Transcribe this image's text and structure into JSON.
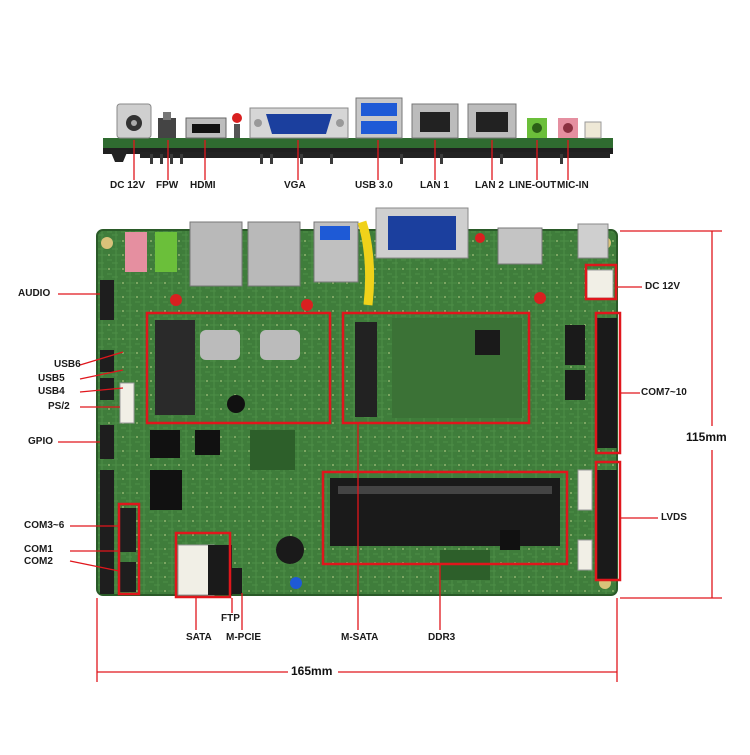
{
  "top_view_labels": {
    "dc12v": "DC 12V",
    "fpw": "FPW",
    "hdmi": "HDMI",
    "vga": "VGA",
    "usb30": "USB 3.0",
    "lan1": "LAN 1",
    "lan2": "LAN 2",
    "lineout": "LINE-OUT",
    "micin": "MIC-IN"
  },
  "board_labels": {
    "audio": "AUDIO",
    "usb6": "USB6",
    "usb5": "USB5",
    "usb4": "USB4",
    "ps2": "PS/2",
    "gpio": "GPIO",
    "com3_6": "COM3~6",
    "com1": "COM1",
    "com2": "COM2",
    "sata": "SATA",
    "ftp": "FTP",
    "mpcie": "M-PCIE",
    "msata": "M-SATA",
    "ddr3": "DDR3",
    "dc12v": "DC 12V",
    "com7_10": "COM7~10",
    "lvds": "LVDS"
  },
  "dimensions": {
    "height": "115mm",
    "width": "165mm"
  },
  "colors": {
    "pcb": "#3e7a3a",
    "pcb_dark": "#2d5d2b",
    "callout": "#e0161c",
    "dim_line": "#e0161c",
    "label_text": "#1a1a1a"
  }
}
